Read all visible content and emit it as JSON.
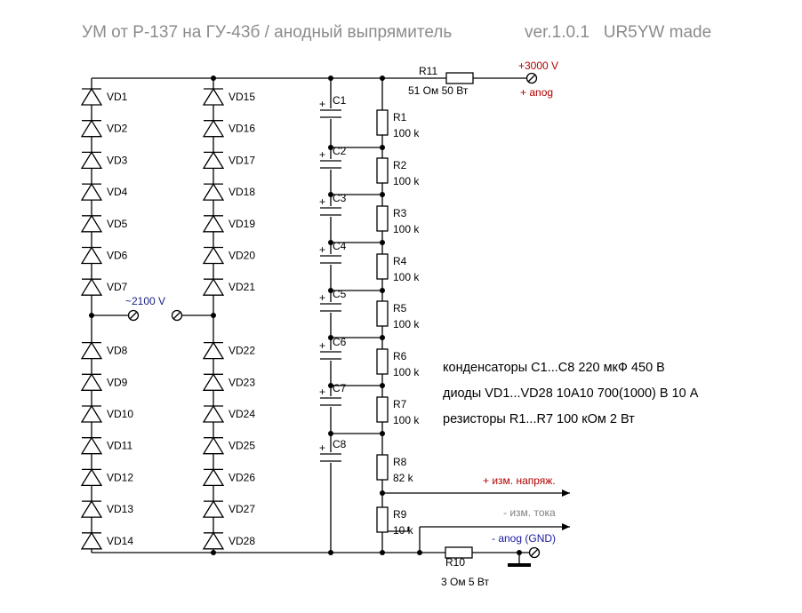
{
  "title": {
    "main": "УМ от Р-137 на ГУ-43б / анодный выпрямитель",
    "version": "ver.1.0.1   UR5YW made"
  },
  "diodes_left": [
    "VD1",
    "VD2",
    "VD3",
    "VD4",
    "VD5",
    "VD6",
    "VD7",
    "VD8",
    "VD9",
    "VD10",
    "VD11",
    "VD12",
    "VD13",
    "VD14"
  ],
  "diodes_right": [
    "VD15",
    "VD16",
    "VD17",
    "VD18",
    "VD19",
    "VD20",
    "VD21",
    "VD22",
    "VD23",
    "VD24",
    "VD25",
    "VD26",
    "VD27",
    "VD28"
  ],
  "capacitors": [
    "C1",
    "C2",
    "C3",
    "C4",
    "C5",
    "C6",
    "C7",
    "C8"
  ],
  "resistors": [
    {
      "name": "R1",
      "value": "100 k"
    },
    {
      "name": "R2",
      "value": "100 k"
    },
    {
      "name": "R3",
      "value": "100 k"
    },
    {
      "name": "R4",
      "value": "100 k"
    },
    {
      "name": "R5",
      "value": "100 k"
    },
    {
      "name": "R6",
      "value": "100 k"
    },
    {
      "name": "R7",
      "value": "100 k"
    },
    {
      "name": "R8",
      "value": "82 k"
    },
    {
      "name": "R9",
      "value": "10 k"
    }
  ],
  "cap_plus": "+",
  "ac_input": "~2100 V",
  "r11": {
    "name": "R11",
    "spec": "51 Ом  50 Вт"
  },
  "r10": {
    "name": "R10",
    "spec": "3 Ом  5 Вт"
  },
  "outputs": {
    "hv_top": "+3000 V",
    "anode": "+ anog",
    "voltage_meas": "+ изм. напряж.",
    "current_meas": "- изм. тока",
    "gnd": "- anog (GND)"
  },
  "notes": [
    "конденсаторы С1...С8 220 мкФ 450 В",
    "диоды VD1...VD28 10A10  700(1000) В 10 А",
    "резисторы R1...R7  100 кОм 2 Вт"
  ],
  "colors": {
    "wire": "#000000",
    "title": "#8c8c8c",
    "hv_label": "#b00000",
    "current_label": "#808080",
    "gnd_label": "#1a1aa0",
    "ac_label": "#1a237e"
  }
}
